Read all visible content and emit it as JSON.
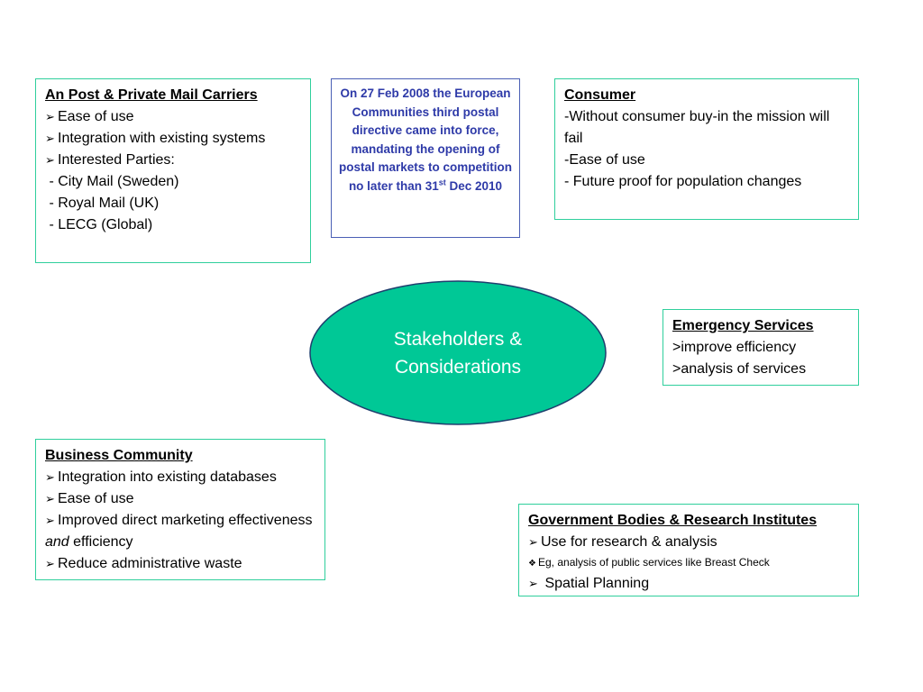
{
  "colors": {
    "box_border": "#2fcf9c",
    "ellipse_fill": "#00c896",
    "ellipse_stroke": "#1f3f6e",
    "directive_text": "#2e3aa8",
    "directive_border": "#4a5fb5"
  },
  "center": {
    "label": "Stakeholders & Considerations"
  },
  "postal_carriers": {
    "heading": "An Post & Private Mail Carriers",
    "items": [
      "Ease of use",
      "Integration with existing systems",
      "Interested Parties:"
    ],
    "parties": [
      " - City Mail (Sweden)",
      " - Royal Mail (UK)",
      " - LECG (Global)"
    ]
  },
  "directive": {
    "text_main": "On 27 Feb 2008 the European Communities third postal directive came into force, mandating the opening of postal markets to competition no later than 31",
    "superscript": "st",
    "text_end": " Dec 2010"
  },
  "consumer": {
    "heading": "Consumer",
    "items": [
      "-Without consumer buy-in the mission will fail",
      "-Ease of use",
      "- Future proof for population changes"
    ]
  },
  "emergency": {
    "heading": "Emergency Services",
    "items": [
      ">improve efficiency",
      ">analysis of services"
    ]
  },
  "business": {
    "heading": "Business Community",
    "items": [
      "Integration into existing databases",
      "Ease of use"
    ],
    "item3_pre": "Improved direct marketing effectiveness ",
    "item3_em": "and",
    "item3_post": " efficiency",
    "item4": "Reduce administrative waste"
  },
  "government": {
    "heading": "Government Bodies & Research Institutes",
    "item1": "Use for research & analysis",
    "item2": "Eg, analysis of public services like Breast Check",
    "item3": " Spatial Planning"
  },
  "icons": {
    "arrow": "➢",
    "diamond": "❖"
  }
}
